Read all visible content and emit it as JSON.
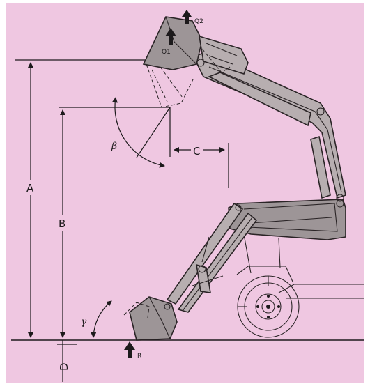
{
  "colors": {
    "paper": "#efc7e1",
    "metal": "#b7aeb0",
    "ink": "#1d1a1c"
  },
  "labels": {
    "dim_a": "A",
    "dim_b": "B",
    "dim_c": "C",
    "dim_d": "D",
    "angle_beta": "β",
    "angle_gamma": "γ",
    "force_q2": "Q2",
    "force_q1": "Q1",
    "force_r": "R"
  },
  "icons": {
    "force_arrow": "up-arrow-icon"
  }
}
